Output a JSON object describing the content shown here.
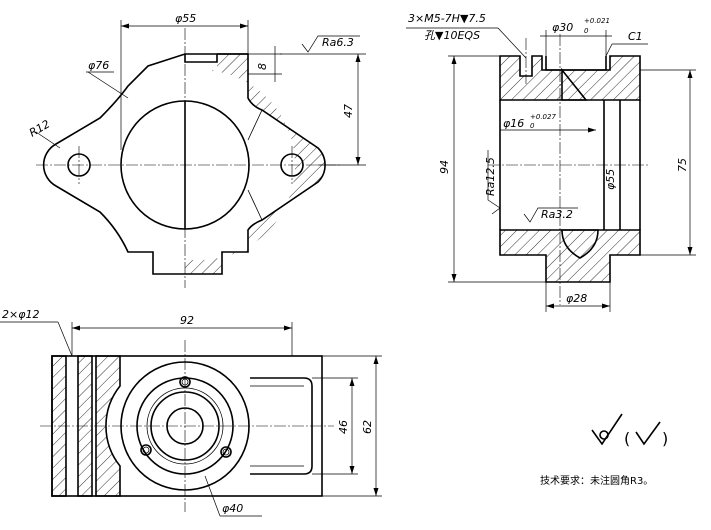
{
  "front_view": {
    "dim_phi55": "φ55",
    "dim_phi76": "φ76",
    "dim_r12": "R12",
    "roughness_ra63": "Ra6.3",
    "dim_8": "8",
    "dim_47": "47"
  },
  "side_view": {
    "thread_note_line1": "3×M5-7H▼7.5",
    "thread_note_line2": "孔▼10EQS",
    "dim_phi30": "φ30",
    "dim_phi30_tol_upper": "+0.021",
    "dim_phi30_tol_lower": "0",
    "chamfer_c1": "C1",
    "dim_phi16": "φ16",
    "dim_phi16_tol_upper": "+0.027",
    "dim_phi16_tol_lower": "0",
    "dim_94": "94",
    "roughness_ra125": "Ra12.5",
    "roughness_ra32": "Ra3.2",
    "dim_phi55": "φ55",
    "dim_75": "75",
    "dim_phi28": "φ28"
  },
  "top_view": {
    "dim_2xphi12": "2×φ12",
    "dim_92": "92",
    "dim_46": "46",
    "dim_62": "62",
    "dim_phi40": "φ40"
  },
  "notes": {
    "roughness_other_paren": "(",
    "roughness_other_paren_close": ")",
    "technical_requirements": "技术要求：未注圆角R3。"
  }
}
